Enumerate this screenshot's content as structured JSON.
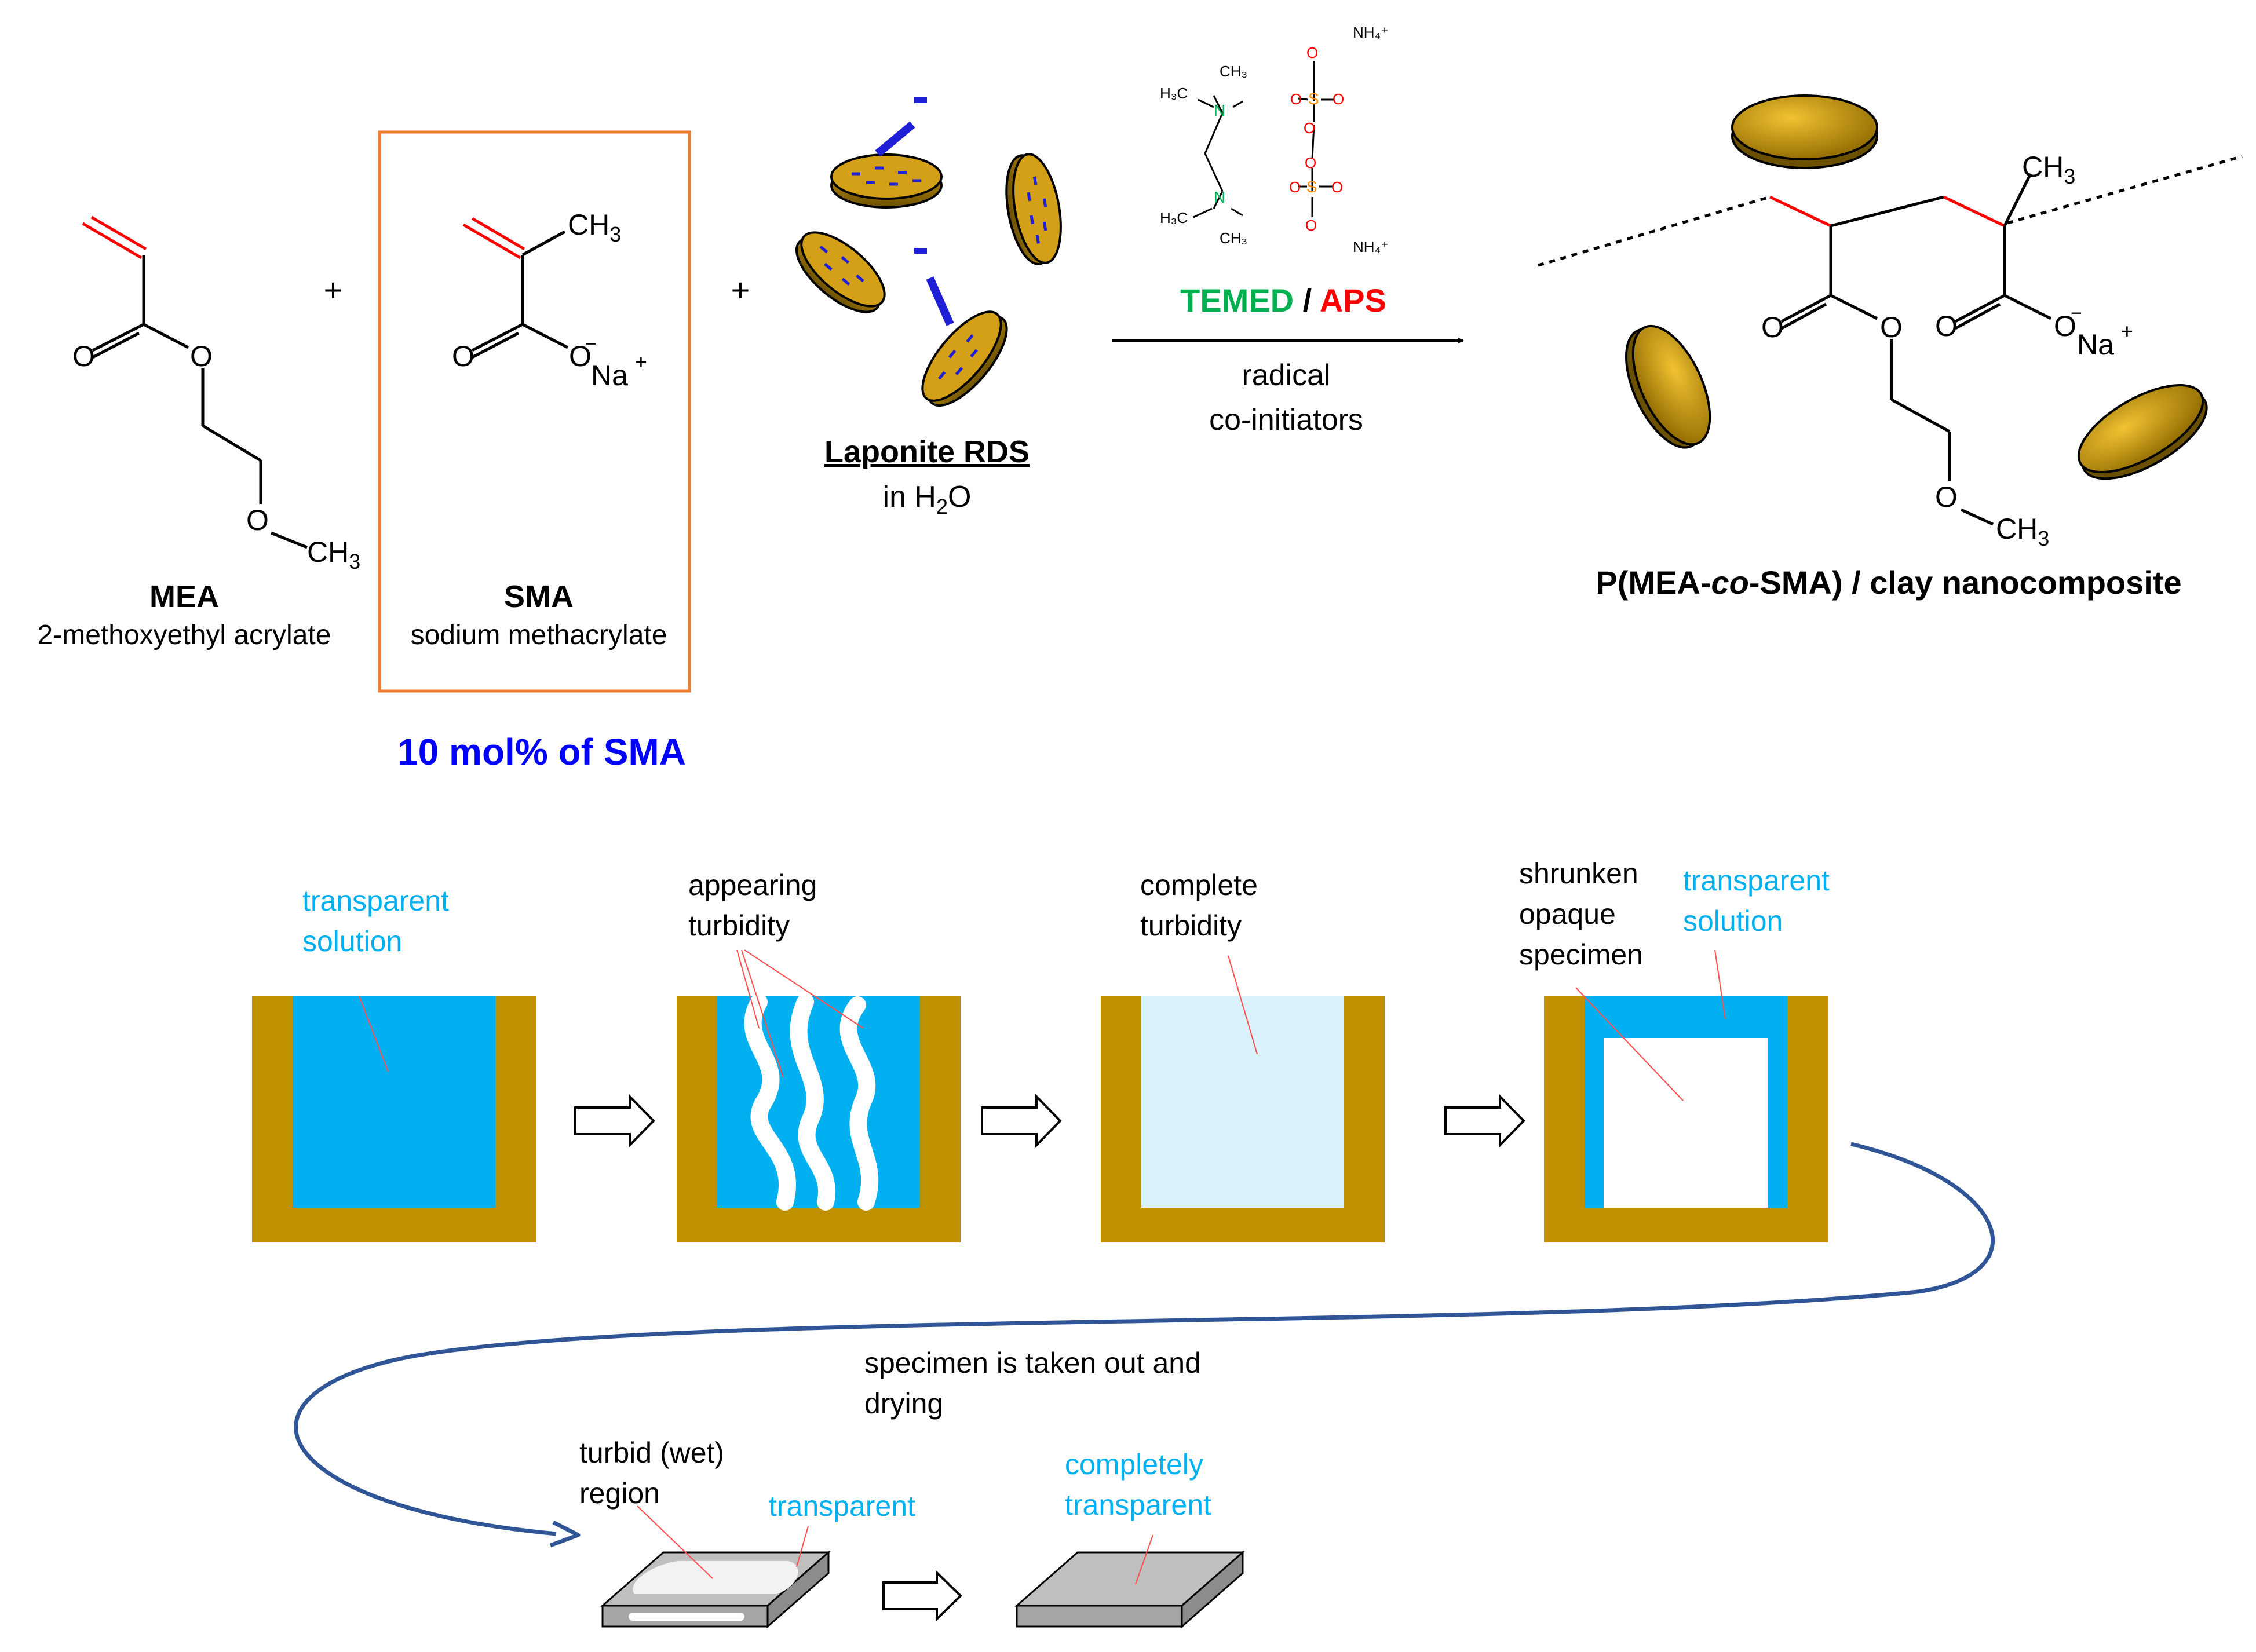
{
  "colors": {
    "blue_solution": "#00b0f0",
    "light_solution": "#d9f2fb",
    "container": "#bf9000",
    "cyan_text": "#00b0f0",
    "highlight_box": "#ed7d31",
    "sma_note": "#0000ff",
    "temed": "#00b050",
    "aps": "#ff0000",
    "clay_fill": "#d4a017",
    "curve": "#2f5597",
    "leader": "#ff0000",
    "specimen_gray": "#bfbfbf"
  },
  "reaction": {
    "mea": {
      "ch3": "CH",
      "ch3_sub": "3",
      "o_carbonyl": "O",
      "o_ester": "O",
      "o_ether": "O",
      "name": "MEA",
      "fullname": "2-methoxyethyl acrylate"
    },
    "plus1": "+",
    "sma": {
      "ch3": "CH",
      "ch3_sub": "3",
      "o_carbonyl": "O",
      "o_minus": "O",
      "minus": "−",
      "na": "Na",
      "na_plus": "+",
      "name": "SMA",
      "fullname": "sodium methacrylate"
    },
    "sma_note": "10 mol% of SMA",
    "plus2": "+",
    "laponite": {
      "name": "Laponite RDS",
      "solvent_prefix": "in H",
      "solvent_sub": "2",
      "solvent_suffix": "O",
      "charge": "-"
    },
    "initiators": {
      "temed": "TEMED",
      "slash": " / ",
      "aps": "APS",
      "line1": "radical",
      "line2": "co-initiators",
      "h3c_top": "H₃C",
      "ch3_top": "CH₃",
      "h3c_bottom": "H₃C",
      "ch3_bottom": "CH₃",
      "n": "N",
      "nh4": "NH₄⁺",
      "o": "O",
      "s": "S"
    },
    "product": {
      "ch3": "CH",
      "ch3_sub": "3",
      "o1": "O",
      "o2": "O",
      "o3": "O",
      "o4": "O",
      "o5": "O",
      "minus": "−",
      "na": "Na",
      "na_plus": "+",
      "ch3b": "CH",
      "ch3b_sub": "3",
      "name_prefix": "P(MEA-",
      "name_co": "co",
      "name_suffix": "-SMA) / clay nanocomposite"
    }
  },
  "process": {
    "step1": {
      "line1": "transparent",
      "line2": "solution"
    },
    "step2": {
      "line1": "appearing",
      "line2": "turbidity"
    },
    "step3": {
      "line1": "complete",
      "line2": "turbidity"
    },
    "step4": {
      "left1": "shrunken",
      "left2": "opaque",
      "left3": "specimen",
      "right1": "transparent",
      "right2": "solution"
    },
    "takeout": {
      "line1": "specimen is taken out and",
      "line2": "drying"
    },
    "dry1": {
      "line1": "turbid (wet)",
      "line2": "region",
      "side": "transparent"
    },
    "dry2": {
      "line1": "completely",
      "line2": "transparent"
    }
  }
}
